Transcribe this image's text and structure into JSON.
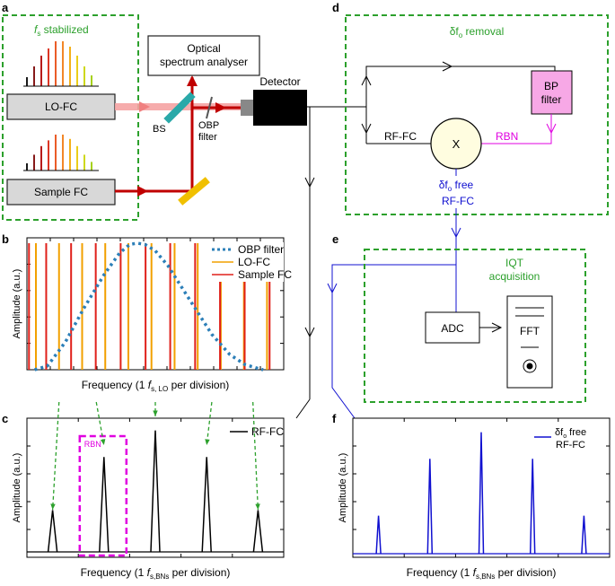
{
  "panels": {
    "a": "a",
    "b": "b",
    "c": "c",
    "d": "d",
    "e": "e",
    "f": "f"
  },
  "panel_a": {
    "stabilized_label": "f",
    "stabilized_sub": "s",
    "stabilized_suffix": " stabilized",
    "lo_fc": "LO-FC",
    "sample_fc": "Sample FC",
    "bs": "BS",
    "obp_filter_1": "OBP",
    "obp_filter_2": "filter",
    "osa_1": "Optical",
    "osa_2": "spectrum analyser",
    "detector": "Detector"
  },
  "panel_d": {
    "title_prefix": "δf",
    "title_sub": "o",
    "title_suffix": " removal",
    "bp_filter_1": "BP",
    "bp_filter_2": "filter",
    "rf_fc": "RF-FC",
    "mixer": "X",
    "rbn": "RBN",
    "free_prefix": "δf",
    "free_sub": "o",
    "free_suffix": " free",
    "free_2": "RF-FC"
  },
  "panel_e": {
    "title_1": "IQT",
    "title_2": "acquisition",
    "adc": "ADC",
    "fft": "FFT"
  },
  "colors": {
    "green_dash": "#2ca02c",
    "lo": "#f2a000",
    "sample": "#e0201a",
    "obp": "#2c7fb8",
    "rbn": "#e000e0",
    "blue": "#1010d0",
    "bp_fill": "#f7a8e6",
    "dark_red": "#c00000"
  },
  "chart_data": [
    {
      "type": "line",
      "panel": "b",
      "title": "",
      "xlabel_prefix": "Frequency (1 ",
      "xlabel_var": "f",
      "xlabel_sub": "s, LO",
      "xlabel_suffix": " per division)",
      "ylabel": "Amplitude (a.u.)",
      "xlim": [
        0,
        10
      ],
      "ylim": [
        0,
        1
      ],
      "legend_position": "top-right",
      "series": [
        {
          "name": "OBP filter",
          "style": "dotted",
          "x": [
            0.3,
            0.8,
            1.5,
            2.2,
            3.0,
            3.6,
            4.0,
            4.3,
            4.6,
            5.0,
            5.5,
            6.0,
            6.6,
            7.2,
            7.9,
            8.5,
            9.0,
            9.2
          ],
          "y": [
            0.0,
            0.03,
            0.22,
            0.48,
            0.75,
            0.92,
            0.99,
            1.0,
            0.99,
            0.94,
            0.82,
            0.66,
            0.47,
            0.28,
            0.12,
            0.04,
            0.01,
            0.0
          ]
        },
        {
          "name": "LO-FC",
          "style": "lines",
          "x": [
            0.35,
            1.25,
            2.15,
            3.05,
            3.95,
            4.85,
            5.75,
            6.65,
            7.55,
            8.45,
            9.35
          ],
          "y": [
            1,
            1,
            1,
            1,
            1,
            1,
            1,
            1,
            1,
            1,
            1
          ]
        },
        {
          "name": "Sample FC",
          "style": "lines",
          "x": [
            0.08,
            0.75,
            1.72,
            2.68,
            3.65,
            4.62,
            5.58,
            6.55,
            7.52,
            8.48,
            9.45
          ],
          "y": [
            1,
            1,
            1,
            1,
            1,
            1,
            1,
            1,
            1,
            1,
            1
          ]
        }
      ]
    },
    {
      "type": "line",
      "panel": "c",
      "title": "",
      "xlabel_prefix": "Frequency (1 ",
      "xlabel_var": "f",
      "xlabel_sub": "s,BNs",
      "xlabel_suffix": " per division)",
      "ylabel": "Amplitude (a.u.)",
      "xlim": [
        0,
        10
      ],
      "ylim": [
        0,
        1
      ],
      "legend_position": "top-right",
      "annotation": "RBN",
      "series": [
        {
          "name": "RF-FC",
          "peaks_x": [
            1,
            3,
            5,
            7,
            9
          ],
          "peaks_y": [
            0.33,
            0.75,
            0.96,
            0.75,
            0.33
          ]
        }
      ]
    },
    {
      "type": "line",
      "panel": "f",
      "title": "",
      "xlabel_prefix": "Frequency (1 ",
      "xlabel_var": "f",
      "xlabel_sub": "s,BNs",
      "xlabel_suffix": " per division)",
      "ylabel": "Amplitude (a.u.)",
      "xlim": [
        0,
        10
      ],
      "ylim": [
        0,
        1
      ],
      "legend_position": "top-right",
      "series": [
        {
          "name_prefix": "δf",
          "name_sub": "o",
          "name_suffix": " free",
          "name_2": "RF-FC",
          "peaks_x": [
            1,
            3,
            5,
            7,
            9
          ],
          "peaks_y": [
            0.3,
            0.75,
            0.96,
            0.75,
            0.3
          ]
        }
      ]
    }
  ]
}
